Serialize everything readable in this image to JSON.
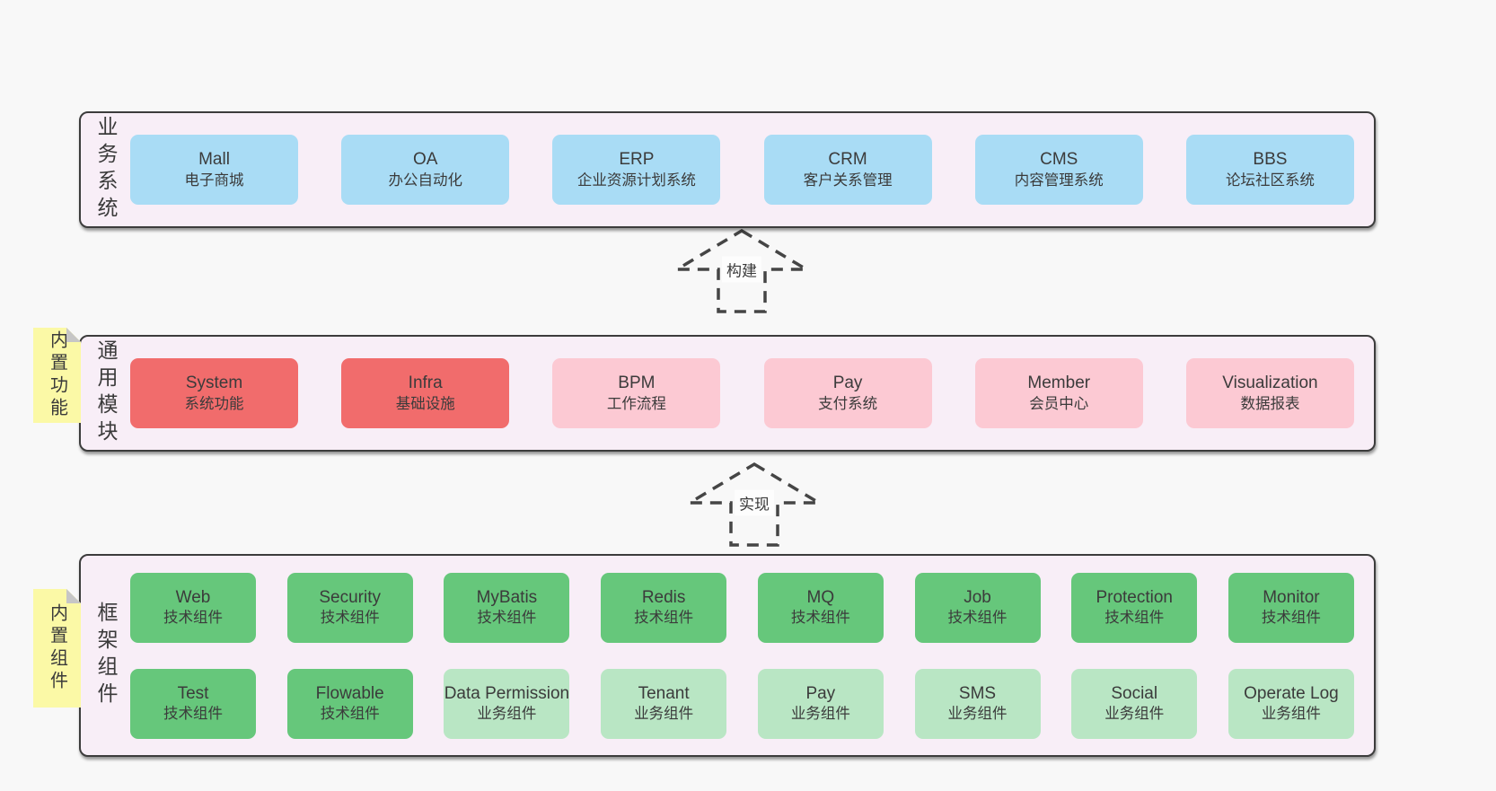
{
  "sections": {
    "business": {
      "label": "业务系统",
      "boxes": [
        {
          "title": "Mall",
          "subtitle": "电子商城"
        },
        {
          "title": "OA",
          "subtitle": "办公自动化"
        },
        {
          "title": "ERP",
          "subtitle": "企业资源计划系统"
        },
        {
          "title": "CRM",
          "subtitle": "客户关系管理"
        },
        {
          "title": "CMS",
          "subtitle": "内容管理系统"
        },
        {
          "title": "BBS",
          "subtitle": "论坛社区系统"
        }
      ]
    },
    "modules": {
      "sticky": "内置功能",
      "label": "通用模块",
      "boxes": [
        {
          "title": "System",
          "subtitle": "系统功能"
        },
        {
          "title": "Infra",
          "subtitle": "基础设施"
        },
        {
          "title": "BPM",
          "subtitle": "工作流程"
        },
        {
          "title": "Pay",
          "subtitle": "支付系统"
        },
        {
          "title": "Member",
          "subtitle": "会员中心"
        },
        {
          "title": "Visualization",
          "subtitle": "数据报表"
        }
      ]
    },
    "components": {
      "sticky": "内置组件",
      "label": "框架组件",
      "row1": [
        {
          "title": "Web",
          "subtitle": "技术组件"
        },
        {
          "title": "Security",
          "subtitle": "技术组件"
        },
        {
          "title": "MyBatis",
          "subtitle": "技术组件"
        },
        {
          "title": "Redis",
          "subtitle": "技术组件"
        },
        {
          "title": "MQ",
          "subtitle": "技术组件"
        },
        {
          "title": "Job",
          "subtitle": "技术组件"
        },
        {
          "title": "Protection",
          "subtitle": "技术组件"
        },
        {
          "title": "Monitor",
          "subtitle": "技术组件"
        }
      ],
      "row2": [
        {
          "title": "Test",
          "subtitle": "技术组件"
        },
        {
          "title": "Flowable",
          "subtitle": "技术组件"
        },
        {
          "title": "Data Permission",
          "subtitle": "业务组件"
        },
        {
          "title": "Tenant",
          "subtitle": "业务组件"
        },
        {
          "title": "Pay",
          "subtitle": "业务组件"
        },
        {
          "title": "SMS",
          "subtitle": "业务组件"
        },
        {
          "title": "Social",
          "subtitle": "业务组件"
        },
        {
          "title": "Operate Log",
          "subtitle": "业务组件"
        }
      ]
    }
  },
  "arrows": [
    {
      "label": "构建"
    },
    {
      "label": "实现"
    }
  ],
  "colors": {
    "page_bg": "#f8f8f8",
    "panel_bg": "#f8eef7",
    "panel_border": "#3c3c3c",
    "blue_box": "#a9dcf5",
    "red_box": "#f16c6c",
    "pink_box": "#fcc9d3",
    "green_box": "#66c77b",
    "light_green_box": "#b9e6c4",
    "sticky_bg": "#fbf9a6",
    "sticky_fold": "#c6c6c6",
    "text": "#3b3b3b",
    "arrow_stroke": "#454545"
  }
}
